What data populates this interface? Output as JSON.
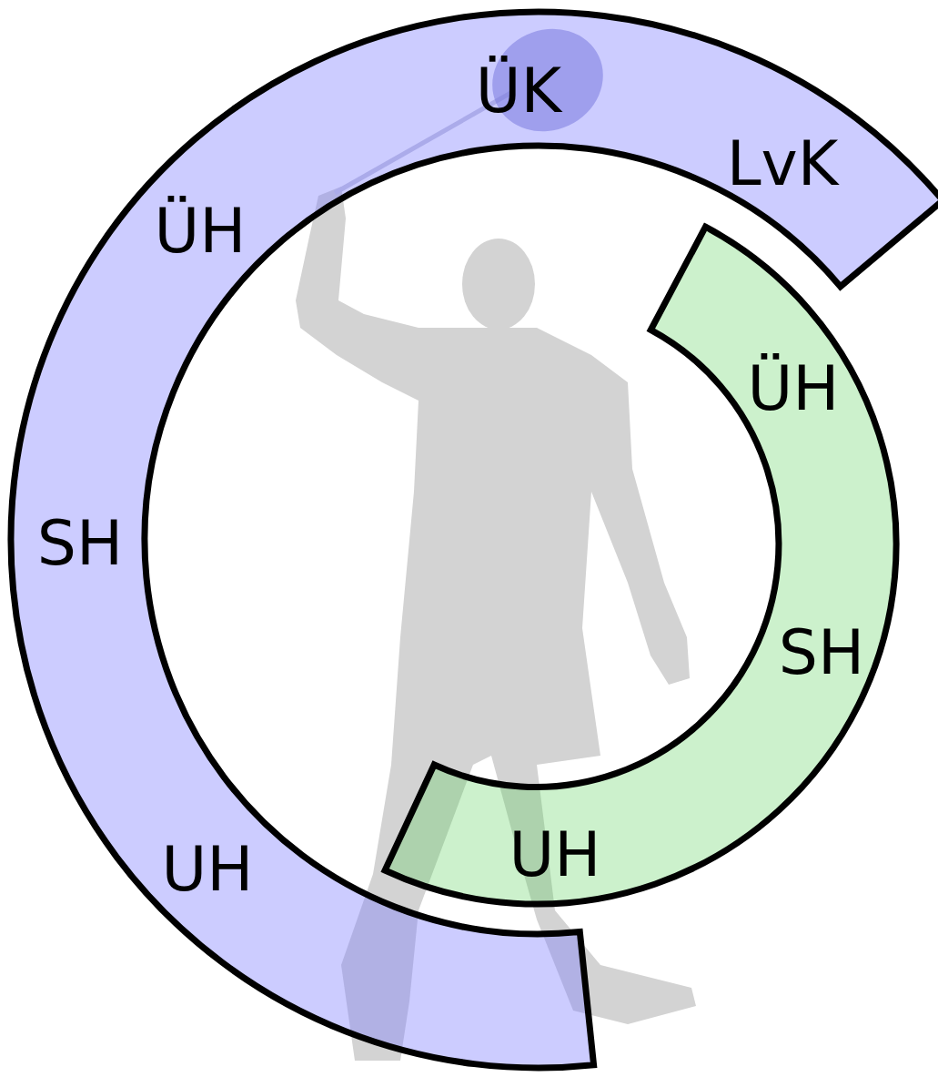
{
  "diagram": {
    "nodes": [
      {
        "text": [
          "ÜK",
          "LvK",
          "ÜH",
          "SH",
          "UH"
        ]
      },
      {
        "text": [
          "ÜH",
          "SH",
          "UH"
        ]
      }
    ]
  }
}
